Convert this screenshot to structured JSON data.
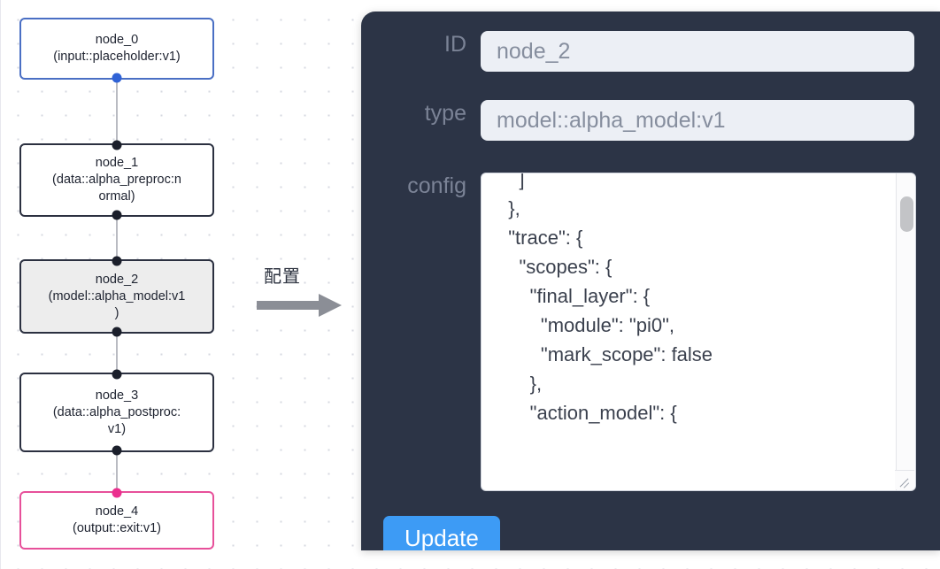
{
  "canvas": {
    "nodes": [
      {
        "id": "node_0",
        "type": "(input::placeholder:v1)",
        "style": "blue"
      },
      {
        "id": "node_1",
        "type": "(data::alpha_preproc:n",
        "type2": "ormal)",
        "style": "plain"
      },
      {
        "id": "node_2",
        "type": "(model::alpha_model:v1",
        "type2": ")",
        "style": "selected"
      },
      {
        "id": "node_3",
        "type": "(data::alpha_postproc:",
        "type2": "v1)",
        "style": "plain"
      },
      {
        "id": "node_4",
        "type": "(output::exit:v1)",
        "style": "pink"
      }
    ],
    "colors": {
      "node_border_default": "#2b3040",
      "node_border_input": "#4a6fc4",
      "node_border_output": "#e7509a",
      "node_selected_fill": "#ededed",
      "edge": "#b9bbc2",
      "handle": "#1b1f2b",
      "handle_input": "#2f62d6",
      "handle_output": "#eb2f8e"
    }
  },
  "arrow": {
    "label": "配置",
    "color": "#8b8e96"
  },
  "panel": {
    "background": "#2c3446",
    "fields": {
      "id": {
        "label": "ID",
        "value": "node_2"
      },
      "type": {
        "label": "type",
        "value": "model::alpha_model:v1"
      },
      "config": {
        "label": "config",
        "value": "      \"raw_action\",\n      \"pred\"\n    ]\n  },\n  \"trace\": {\n    \"scopes\": {\n      \"final_layer\": {\n        \"module\": \"pi0\",\n        \"mark_scope\": false\n      },\n      \"action_model\": {"
      }
    },
    "update_button": {
      "label": "Update",
      "color": "#3d9bf5"
    }
  }
}
